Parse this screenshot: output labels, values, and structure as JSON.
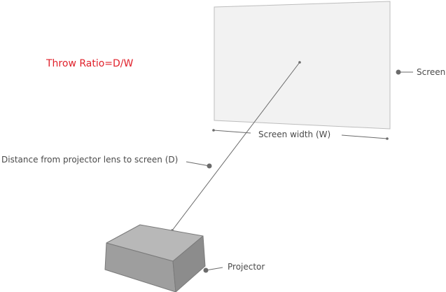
{
  "formula": {
    "text": "Throw Ratio=D/W",
    "color": "#e0202a"
  },
  "labels": {
    "screen": "Screen",
    "screen_width": "Screen width (W)",
    "distance": "Distance from projector lens to screen (D)",
    "projector": "Projector"
  },
  "colors": {
    "label_text": "#4a4a4a",
    "line": "#6b6b6b",
    "screen_fill": "#f2f2f2",
    "screen_stroke": "#bdbdbd",
    "projector_top": "#b8b8b8",
    "projector_front": "#9e9e9e",
    "projector_side": "#8c8c8c"
  }
}
